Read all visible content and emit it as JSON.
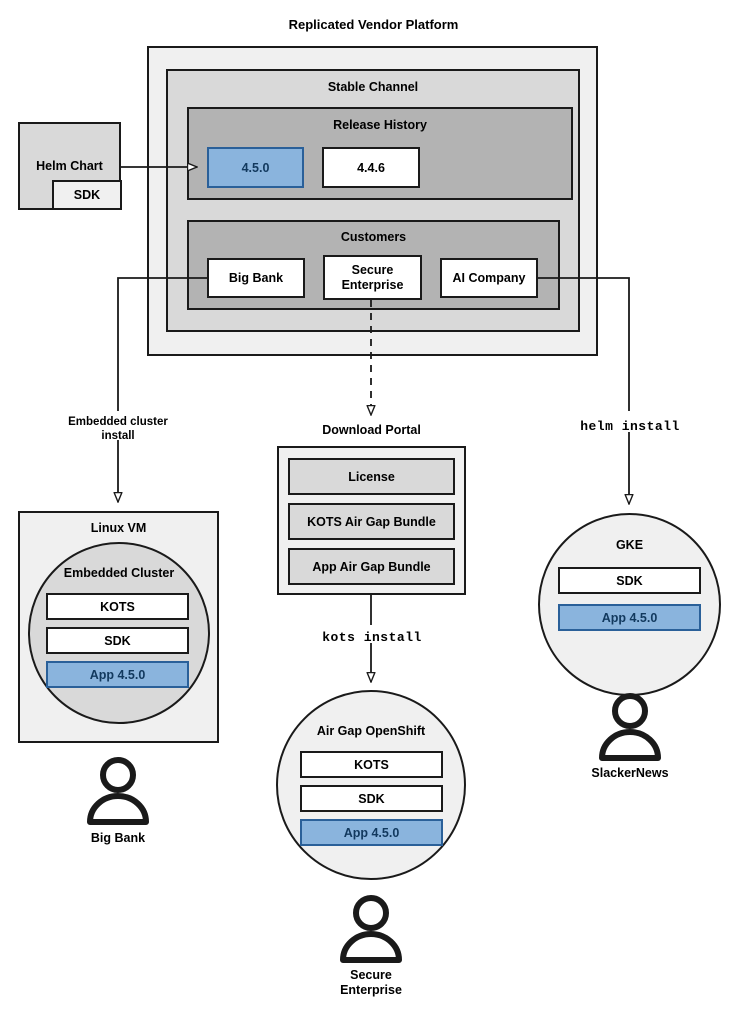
{
  "title": "Replicated Vendor Platform",
  "platform": {
    "channel_label": "Stable Channel",
    "release_history": {
      "label": "Release History",
      "releases": [
        {
          "version": "4.5.0",
          "highlighted": true
        },
        {
          "version": "4.4.6",
          "highlighted": false
        }
      ]
    },
    "customers": {
      "label": "Customers",
      "items": [
        "Big Bank",
        "Secure Enterprise",
        "AI Company"
      ]
    }
  },
  "helm_chart": {
    "label": "Helm Chart",
    "sdk_label": "SDK"
  },
  "edges": {
    "embedded_install": "Embedded cluster install",
    "embedded_install_l1": "Embedded cluster",
    "embedded_install_l2": "install",
    "kots_install": "kots install",
    "helm_install": "helm install"
  },
  "download_portal": {
    "label": "Download Portal",
    "items": [
      "License",
      "KOTS Air Gap Bundle",
      "App Air Gap Bundle"
    ]
  },
  "linux_vm": {
    "label": "Linux VM",
    "cluster_label": "Embedded Cluster",
    "components": [
      {
        "label": "KOTS",
        "highlighted": false
      },
      {
        "label": "SDK",
        "highlighted": false
      },
      {
        "label": "App 4.5.0",
        "highlighted": true
      }
    ],
    "customer_l1": "Big Bank",
    "customer_l2": ""
  },
  "airgap_openshift": {
    "label": "Air Gap OpenShift",
    "components": [
      {
        "label": "KOTS",
        "highlighted": false
      },
      {
        "label": "SDK",
        "highlighted": false
      },
      {
        "label": "App 4.5.0",
        "highlighted": true
      }
    ],
    "customer_l1": "Secure",
    "customer_l2": "Enterprise"
  },
  "gke": {
    "label": "GKE",
    "components": [
      {
        "label": "SDK",
        "highlighted": false
      },
      {
        "label": "App 4.5.0",
        "highlighted": true
      }
    ],
    "customer_l1": "SlackerNews",
    "customer_l2": ""
  },
  "colors": {
    "accent_blue": "#8ab4dd",
    "accent_blue_border": "#2a6099",
    "accent_blue_text": "#12395e",
    "stroke": "#1a1a1a",
    "platform_fill": "#f0f0f0",
    "channel_fill": "#d9d9d9",
    "group_fill": "#b3b3b3"
  }
}
